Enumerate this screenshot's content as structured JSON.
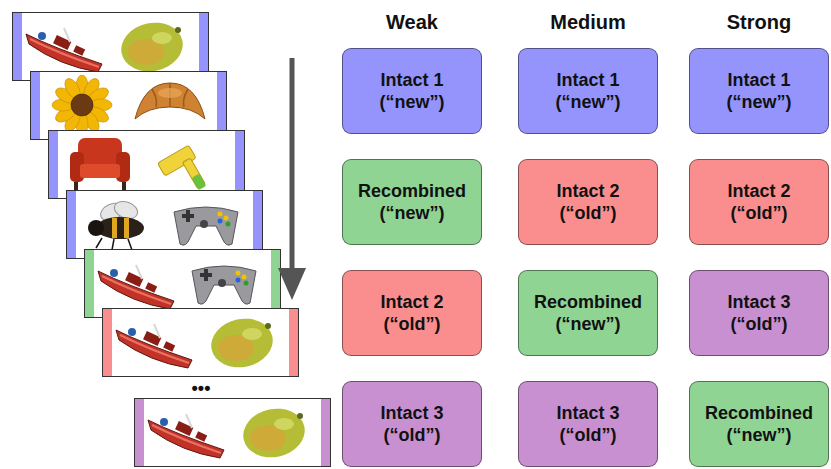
{
  "diagram": {
    "nodes": [
      {
        "text": [
          "Intact 1 (“new”)"
        ]
      },
      {
        "text": [
          "Intact 1 (“new”)"
        ]
      },
      {
        "text": [
          "Intact 1 (“new”)"
        ]
      },
      {
        "text": [
          "Recombined (“new”)"
        ]
      },
      {
        "text": [
          "Intact 2 (“old”)"
        ]
      },
      {
        "text": [
          "Intact 2 (“old”)"
        ]
      },
      {
        "text": [
          "Intact 2 (“old”)"
        ]
      },
      {
        "text": [
          "Recombined (“new”)"
        ]
      },
      {
        "text": [
          "Intact 3 (“old”)"
        ]
      },
      {
        "text": [
          "Intact 3 (“old”)"
        ]
      },
      {
        "text": [
          "Intact 3 (“old”)"
        ]
      },
      {
        "text": [
          "Recombined (“new”)"
        ]
      }
    ],
    "labels": [
      "Weak",
      "Medium",
      "Strong",
      "•••"
    ]
  }
}
